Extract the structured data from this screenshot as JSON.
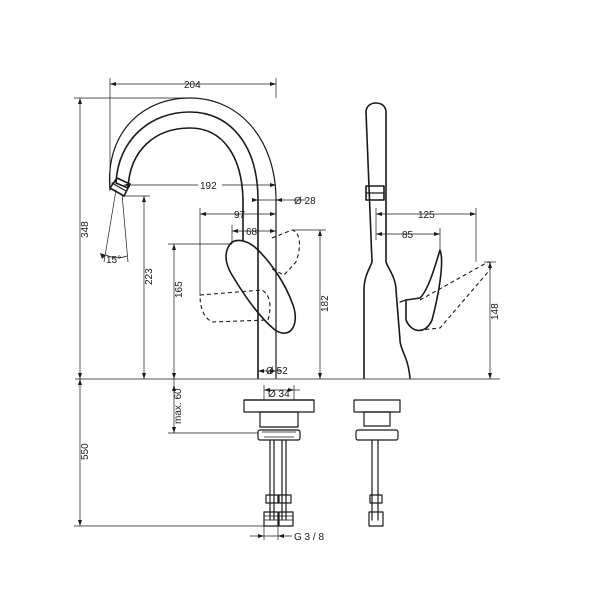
{
  "drawing": {
    "front_view": {
      "dimensions": {
        "reach_total": "204",
        "reach_spout": "192",
        "spout_diameter": "Ø 28",
        "lever_reach": "97",
        "lever_reach_short": "68",
        "spout_angle": "15°",
        "height_total": "348",
        "height_outlet": "223",
        "height_lever": "165",
        "height_lever_top": "182",
        "base_diameter": "Ø 52",
        "stem_diameter": "Ø 34",
        "max_counter_thickness": "max. 60",
        "below_counter": "550",
        "connection_thread": "G 3 / 8"
      }
    },
    "side_view": {
      "dimensions": {
        "lever_swing_far": "125",
        "lever_swing_near": "85",
        "lever_height": "148"
      }
    }
  }
}
